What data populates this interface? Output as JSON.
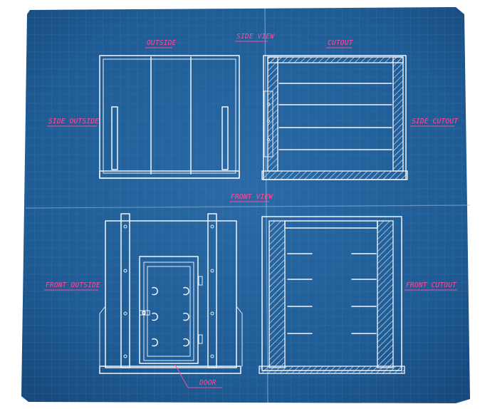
{
  "labels": {
    "side_view": "SIDE VIEW",
    "outside": "OUTSIDE",
    "cutout": "CUTOUT",
    "side_outside": "SIDE OUTSIDE",
    "side_cutout": "SIDE CUTOUT",
    "front_view": "FRONT VIEW",
    "front_outside": "FRONT OUTSIDE",
    "front_cutout": "FRONT CUTOUT",
    "door": "DOOR"
  },
  "colors": {
    "paper": "#1d5a93",
    "grid": "#4c84b8",
    "ink": "#f2f6fb",
    "annotation": "#ff4a9a"
  }
}
